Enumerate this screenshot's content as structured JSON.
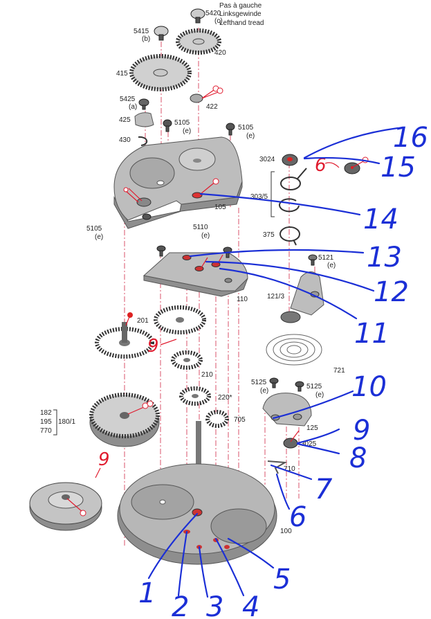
{
  "note": {
    "line1": "Pas à gauche",
    "line2": "Linksgewinde",
    "line3": "Lefthand tread"
  },
  "parts": {
    "p5420": "5420",
    "c": "(c)",
    "p5415": "5415",
    "b": "(b)",
    "p420": "420",
    "p415": "415",
    "p422": "422",
    "p5425": "5425",
    "a": "(a)",
    "p425": "425",
    "p5105": "5105",
    "e": "(e)",
    "p430": "430",
    "p3024": "3024",
    "p303_5": "303/5",
    "p105": "105",
    "p5110": "5110",
    "p375": "375",
    "p5121": "5121",
    "p110": "110",
    "p121_3": "121/3",
    "p201": "201",
    "p721": "721",
    "p210": "210",
    "p5125": "5125",
    "p220": "220*",
    "p182": "182",
    "p195": "195",
    "p770": "770",
    "p180_1": "180/1",
    "p705": "705",
    "p125": "125",
    "p3025": "3025",
    "p710": "710",
    "p100": "100"
  },
  "annotations": [
    "1",
    "2",
    "3",
    "4",
    "5",
    "6",
    "7",
    "8",
    "9",
    "10",
    "11",
    "12",
    "13",
    "14",
    "15",
    "16"
  ],
  "red_marks": {
    "nine": "9",
    "six": "6"
  },
  "colors": {
    "annotation": "#1b2fd6",
    "axis": "#d8506a",
    "red": "#e01b2e"
  }
}
